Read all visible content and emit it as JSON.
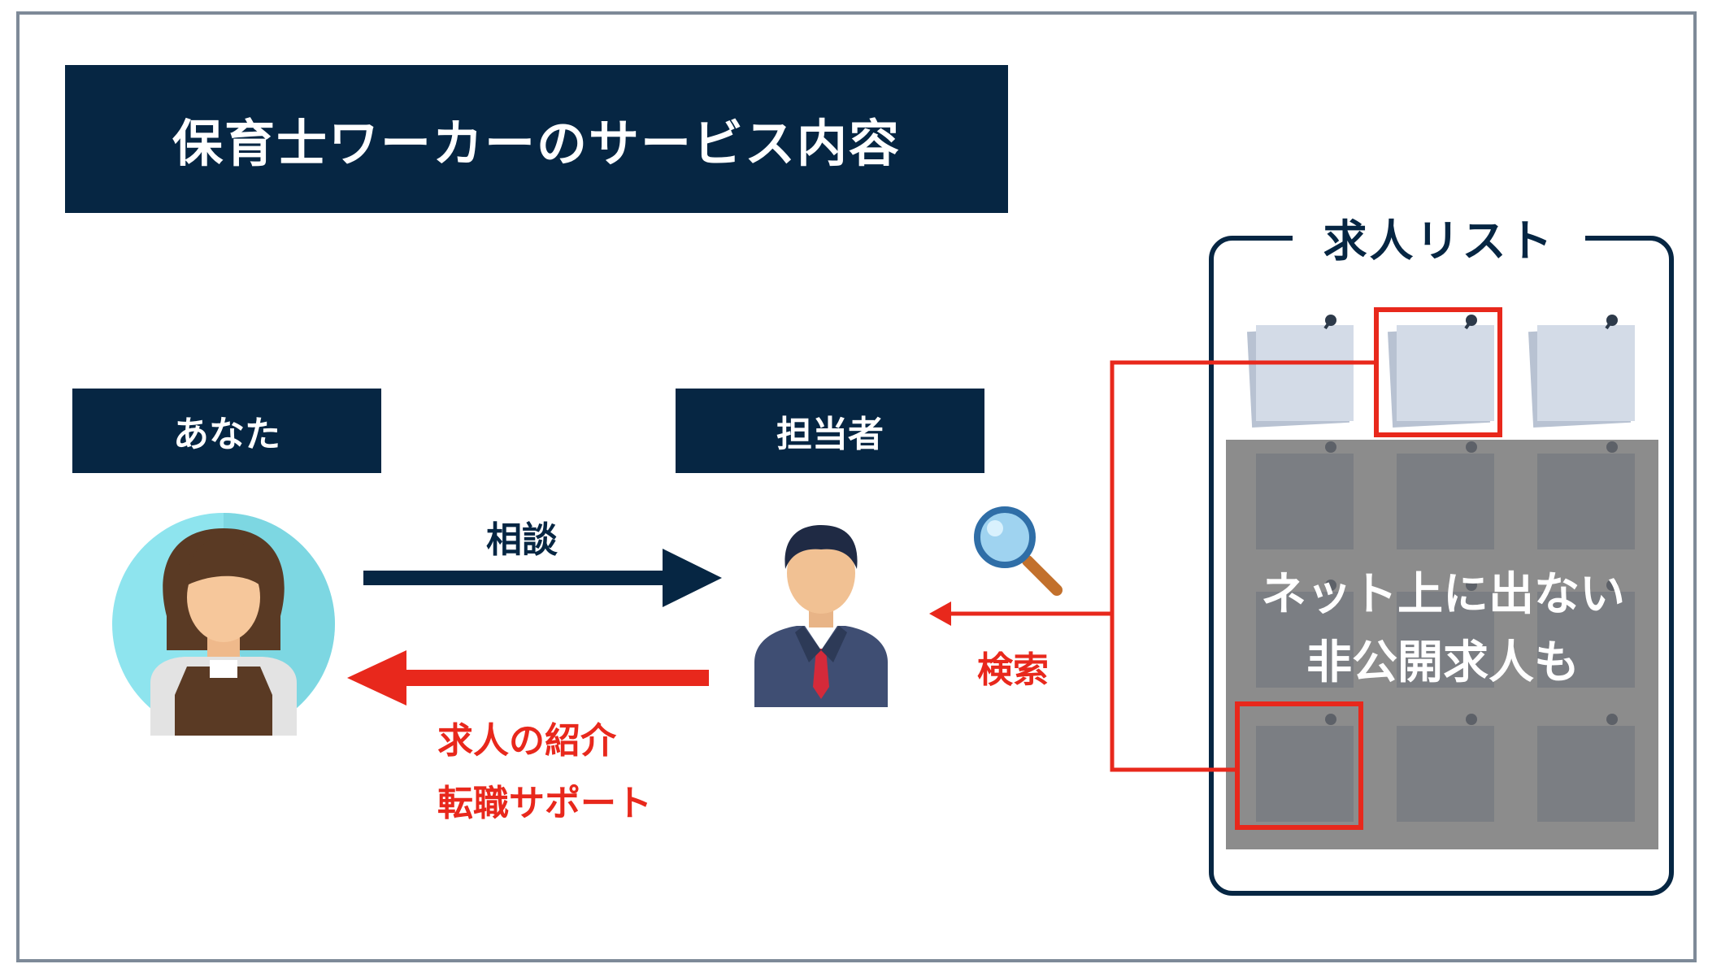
{
  "title": "保育士ワーカーのサービス内容",
  "labels": {
    "you": "あなた",
    "staff": "担当者"
  },
  "arrows": {
    "consult": "相談",
    "search": "検索",
    "introduce_line1": "求人の紹介",
    "introduce_line2": "転職サポート"
  },
  "job_list": {
    "title": "求人リスト",
    "hidden_line1": "ネット上に出ない",
    "hidden_line2": "非公開求人も"
  },
  "colors": {
    "navy": "#062643",
    "red": "#e8281c",
    "frame": "#7e8a98",
    "card": "#d3dbe7",
    "overlay": "#8c8c8c"
  }
}
